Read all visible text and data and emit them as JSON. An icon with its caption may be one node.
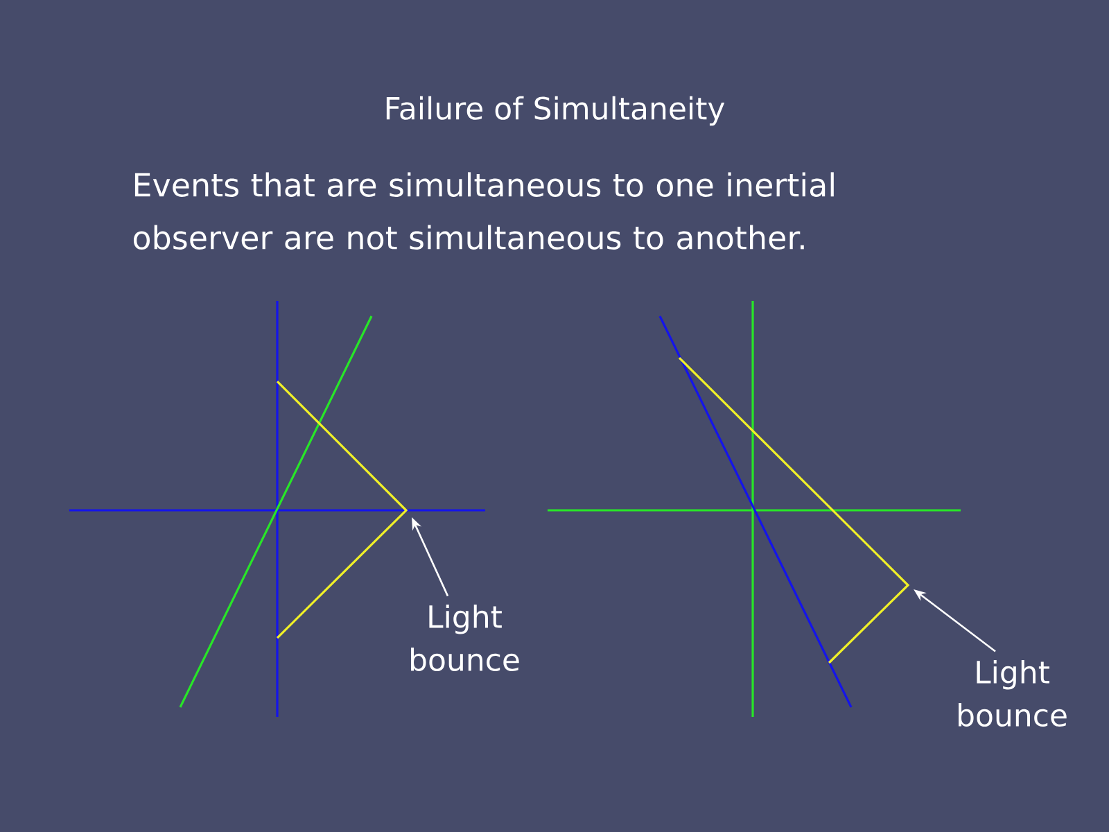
{
  "diagram": {
    "title": "Failure of Simultaneity",
    "nodes": [
      {
        "text": [
          "Light bounce"
        ]
      },
      {
        "text": [
          "Light bounce"
        ]
      }
    ],
    "edges": [
      {
        "from": 0,
        "to": null,
        "arrow": "to"
      },
      {
        "from": 1,
        "to": null,
        "arrow": "to"
      }
    ],
    "labels": [
      "Events that are simultaneous to one inertial observer are not simultaneous to another."
    ]
  }
}
